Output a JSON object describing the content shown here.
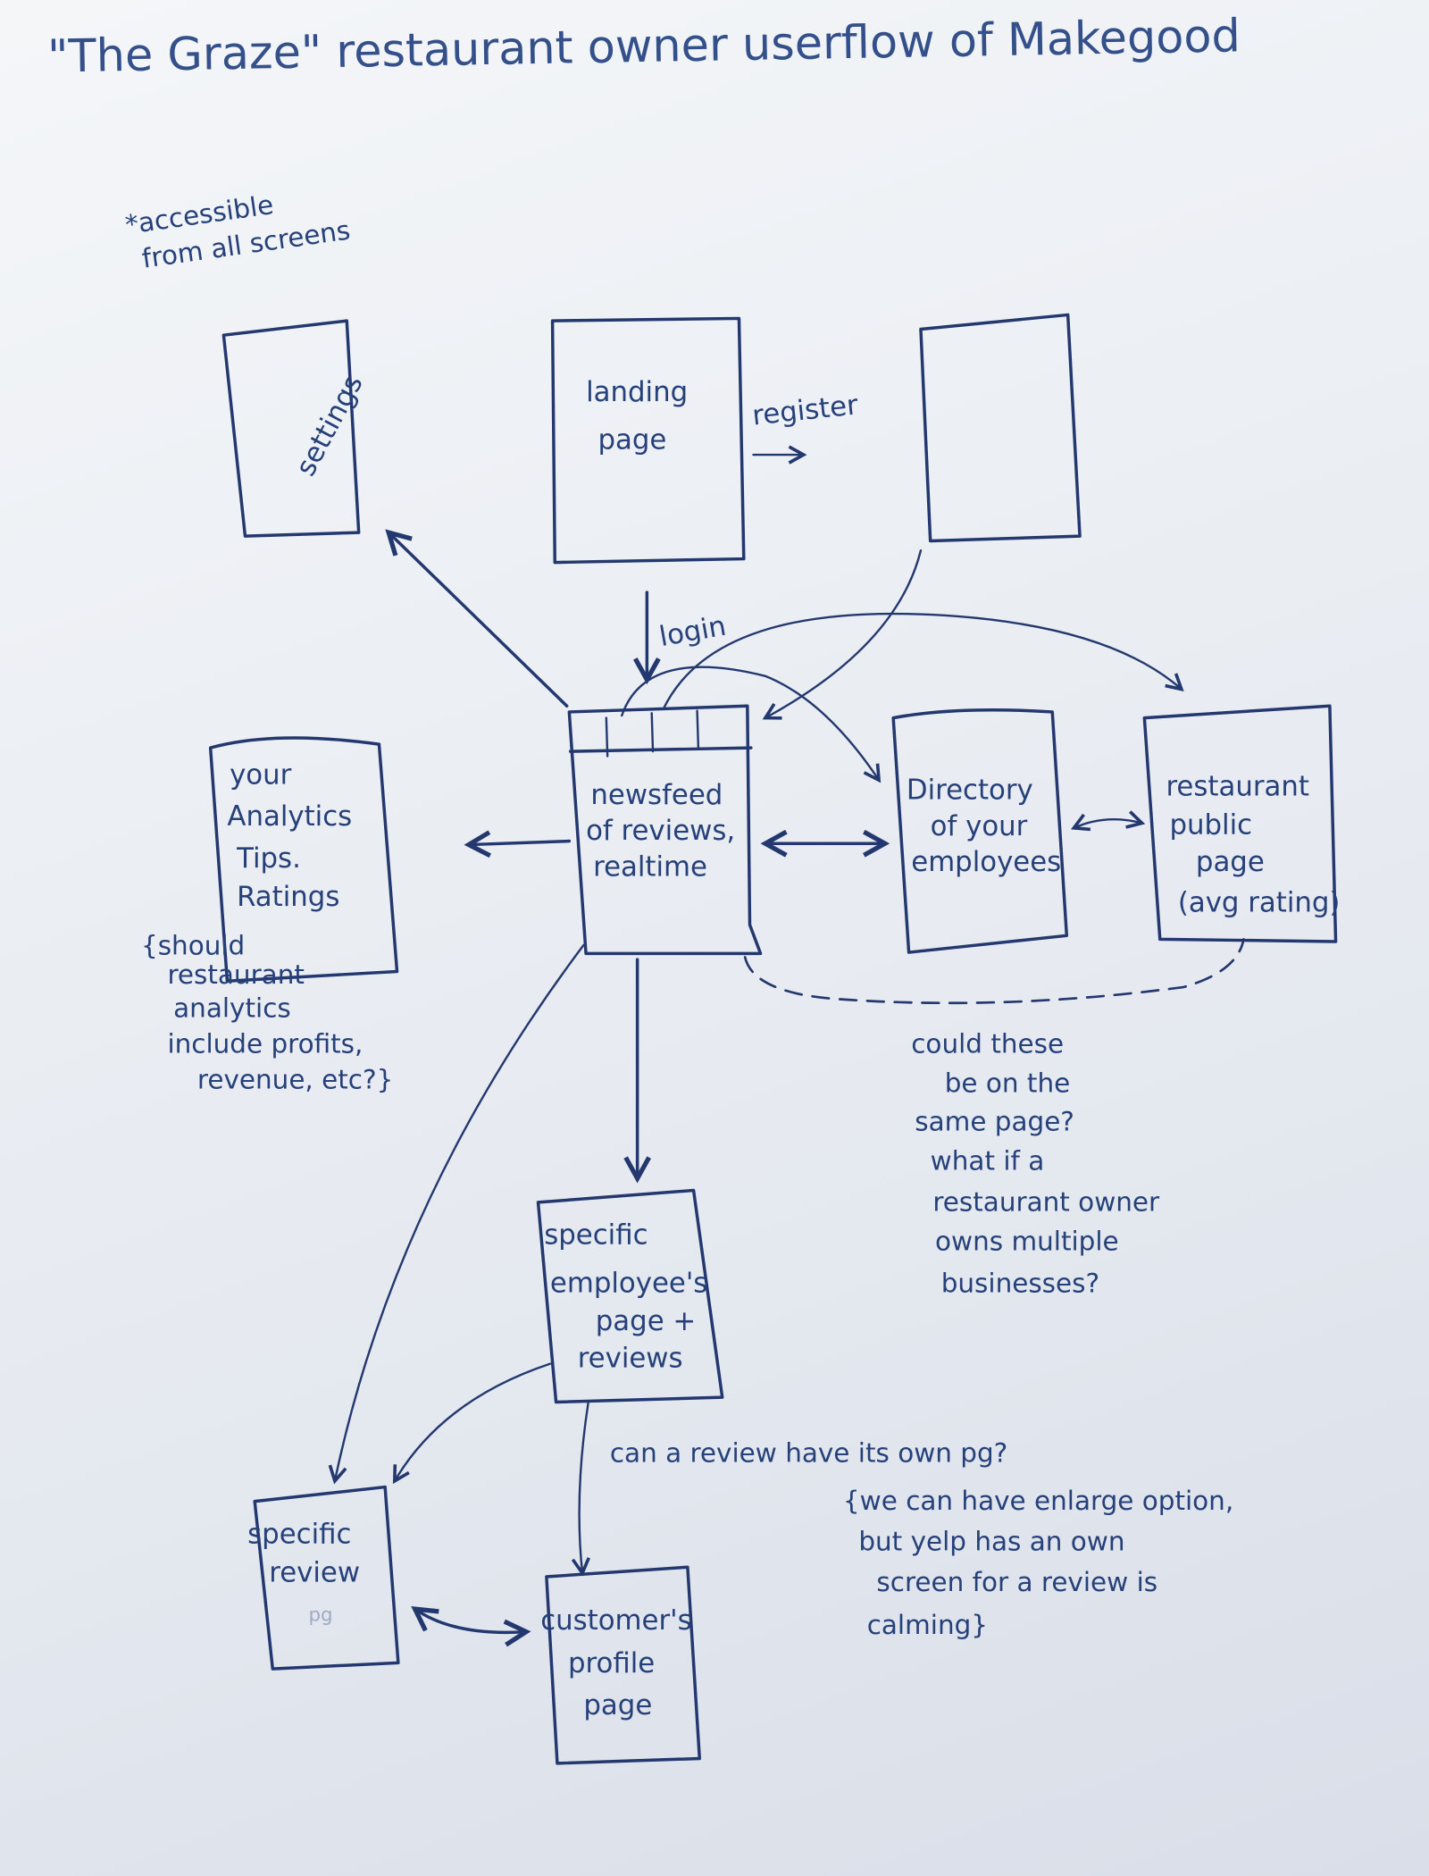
{
  "title": "\"The Graze\" restaurant owner userflow of Makegood",
  "notes": {
    "accessible": [
      "*accessible",
      "from all screens"
    ],
    "analytics_question": [
      "{should",
      "restaurant",
      "analytics",
      "include profits,",
      "revenue, etc?}"
    ],
    "same_page": [
      "could these",
      "be on the",
      "same page?",
      "what if a",
      "restaurant owner",
      "owns multiple",
      "businesses?"
    ],
    "review_page_question": "can a review have its own pg?",
    "review_answer": [
      "{we can have enlarge option,",
      "but yelp has an own",
      "screen for a review is",
      "calming}"
    ]
  },
  "screens": {
    "settings": [
      "settings"
    ],
    "landing": [
      "landing",
      "page"
    ],
    "register_screen": [],
    "newsfeed": [
      "newsfeed",
      "of reviews,",
      "realtime"
    ],
    "analytics": [
      "your",
      "Analytics",
      "Tips.",
      "Ratings"
    ],
    "directory": [
      "Directory",
      "of your",
      "employees"
    ],
    "restaurant_public": [
      "restaurant",
      "public",
      "page",
      "(avg rating)"
    ],
    "employee_page": [
      "specific",
      "employee's",
      "page +",
      "reviews"
    ],
    "specific_review": [
      "specific",
      "review",
      "pg"
    ],
    "customer_profile": [
      "customer's",
      "profile",
      "page"
    ]
  },
  "edges": {
    "register": "register",
    "login": "login"
  },
  "colors": {
    "ink": "#23386e",
    "paper": "#eef1f5"
  }
}
